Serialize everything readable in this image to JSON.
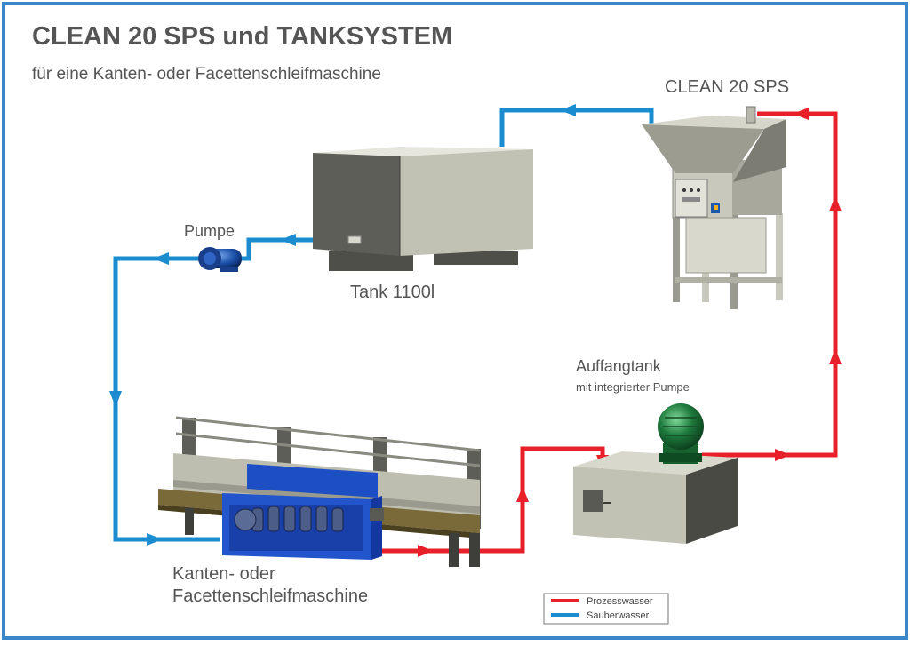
{
  "title": "CLEAN 20 SPS und TANKSYSTEM",
  "subtitle": "für eine Kanten- oder Facettenschleifmaschine",
  "labels": {
    "clean_unit": "CLEAN 20 SPS",
    "pump": "Pumpe",
    "tank": "Tank 1100l",
    "catch_tank": "Auffangtank",
    "catch_tank_sub": "mit integrierter Pumpe",
    "machine_line1": "Kanten- oder",
    "machine_line2": "Facettenschleifmaschine"
  },
  "legend": [
    {
      "label": "Prozesswasser",
      "color": "#e8202a"
    },
    {
      "label": "Sauberwasser",
      "color": "#1a8ccf"
    }
  ],
  "colors": {
    "border": "#3a86c8",
    "process_water": "#e8202a",
    "clean_water": "#1a8ccf",
    "machine_blue": "#2255cc",
    "steel": "#b9b9ac",
    "motor_green": "#1e7a3c"
  },
  "icons": {
    "pump": "pump-icon",
    "motor": "motor-icon"
  }
}
